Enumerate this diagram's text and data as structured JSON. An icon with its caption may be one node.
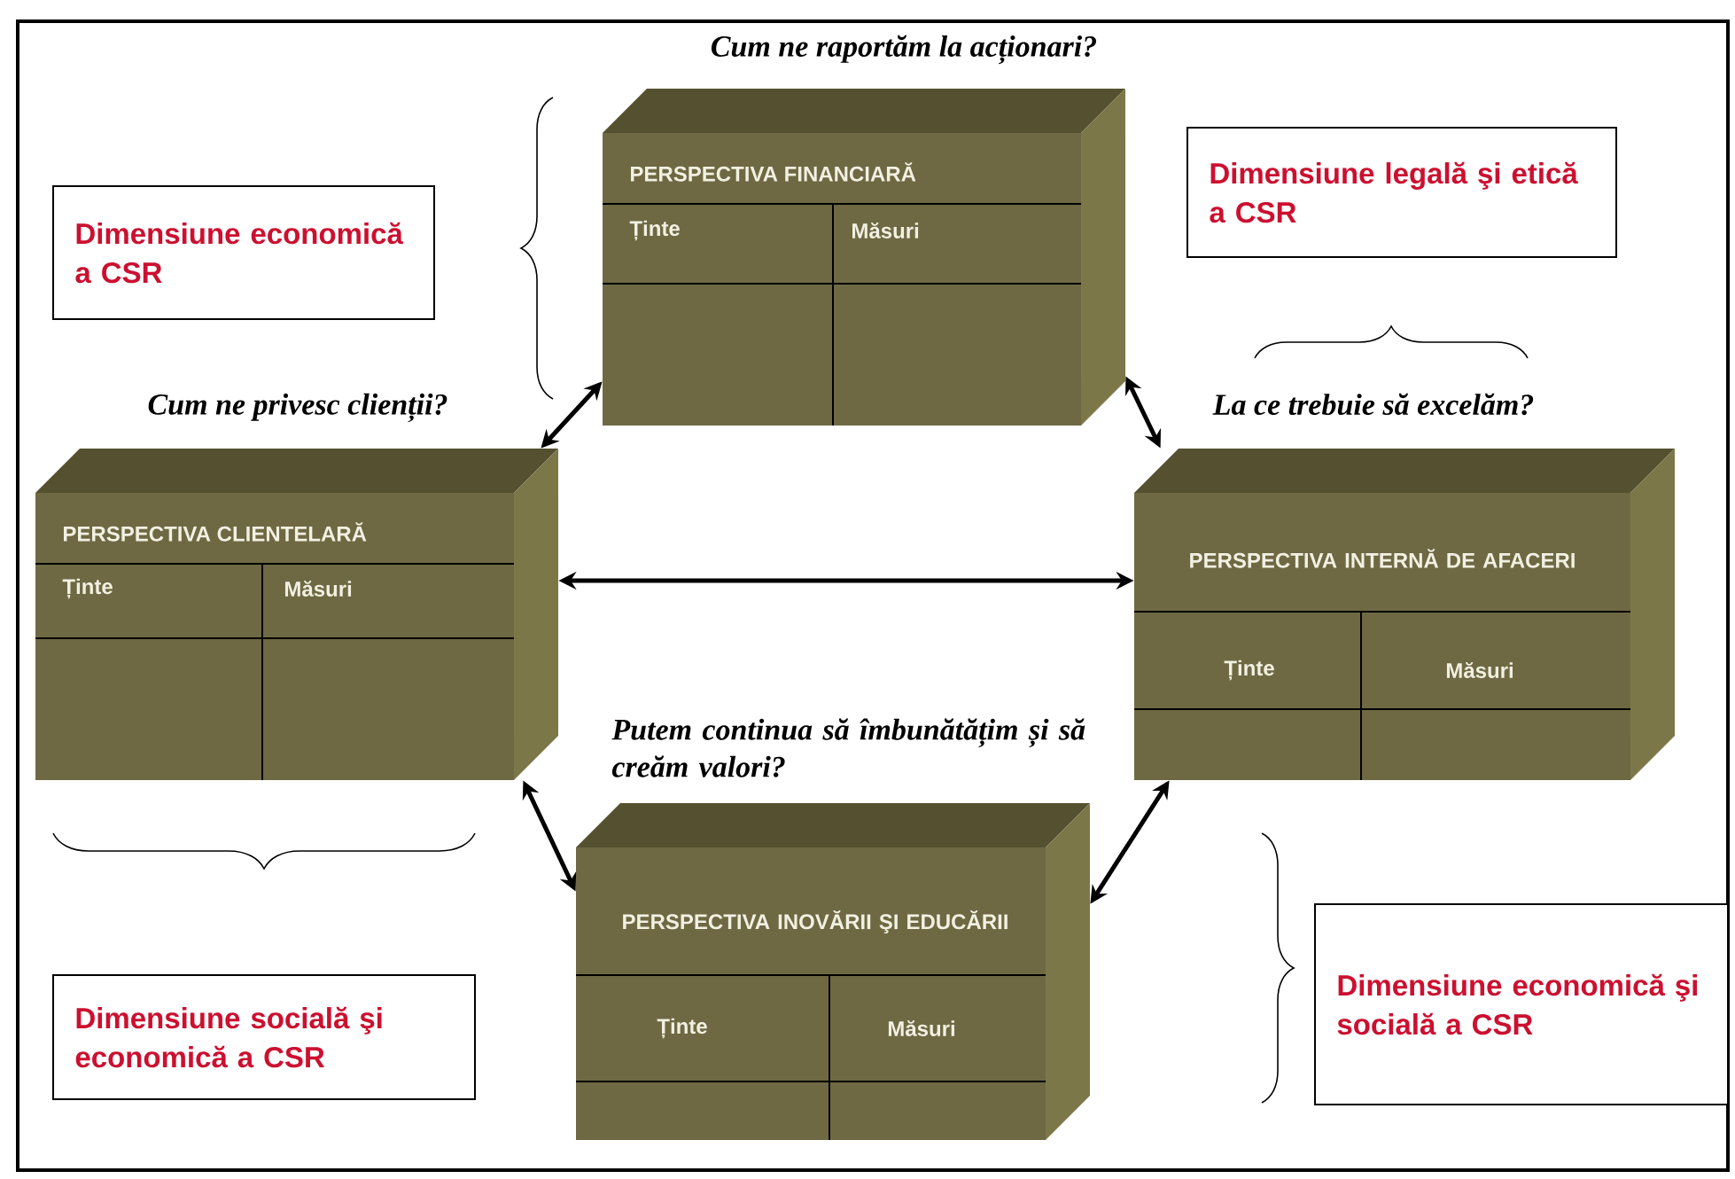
{
  "diagram": {
    "nodes": [
      {
        "text": [
          "PERSPECTIVA FINANCIARĂ",
          "Ținte",
          "Măsuri"
        ]
      },
      {
        "text": [
          "PERSPECTIVA CLIENTELARĂ",
          "Ținte",
          "Măsuri"
        ]
      },
      {
        "text": [
          "PERSPECTIVA INTERNĂ DE AFACERI",
          "Ținte",
          "Măsuri"
        ]
      },
      {
        "text": [
          "PERSPECTIVA INOVĂRII ŞI EDUCĂRII",
          "Ținte",
          "Măsuri"
        ]
      },
      {
        "text": [
          "Dimensiune economică a CSR"
        ]
      },
      {
        "text": [
          "Dimensiune legală şi etică a CSR"
        ]
      },
      {
        "text": [
          "Dimensiune socială şi economică a CSR"
        ]
      },
      {
        "text": [
          "Dimensiune economică şi socială a CSR"
        ]
      }
    ],
    "edges": [
      {
        "from": 1,
        "to": 0,
        "arrow": "both"
      },
      {
        "from": 0,
        "to": 2,
        "arrow": "both"
      },
      {
        "from": 1,
        "to": 2,
        "arrow": "both"
      },
      {
        "from": 1,
        "to": 3,
        "arrow": "both"
      },
      {
        "from": 3,
        "to": 2,
        "arrow": "both"
      }
    ],
    "labels": [
      "Cum ne raportăm la acționari?",
      "Cum ne privesc clienții?",
      "La ce trebuie să excelăm?",
      "Putem continua să îmbunătățim și să creăm valori?"
    ]
  }
}
